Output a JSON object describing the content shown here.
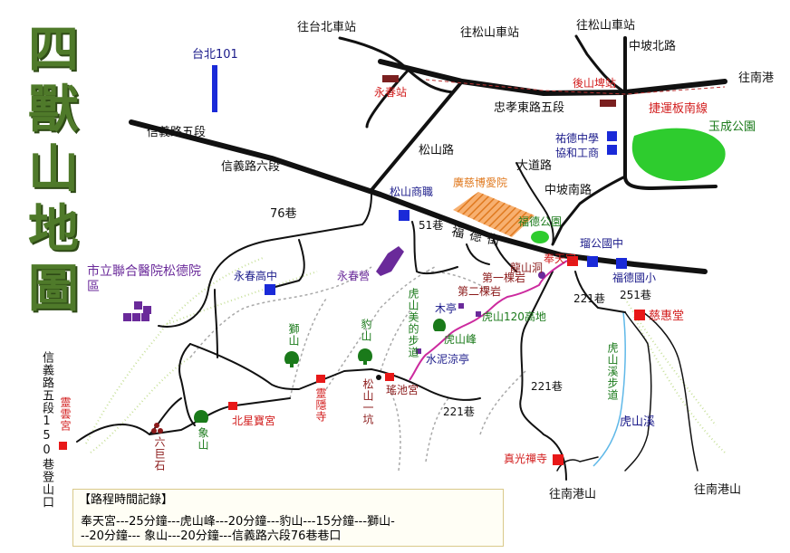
{
  "title": "四獸山地圖",
  "roads_labels": {
    "taipei_station": "往台北車站",
    "songshan_station_1": "往松山車站",
    "songshan_station_2": "往松山車站",
    "zhongpo_n_rd": "中坡北路",
    "nangang_1": "往南港",
    "xinyi_5": "信義路五段",
    "xinyi_6": "信義路六段",
    "zhongxiao_e5": "忠孝東路五段",
    "songshan_rd": "松山路",
    "dadao_rd": "大道路",
    "zhongpo_s_rd": "中坡南路",
    "lane_76": "76巷",
    "lane_51": "51巷",
    "fude_st": "福德街",
    "lane_221_1": "221巷",
    "lane_221_2": "221巷",
    "lane_221_3": "221巷",
    "lane_251": "251巷",
    "nangang_mtn_1": "往南港山",
    "nangang_mtn_2": "往南港山",
    "xinyi_trailhead": "信義路五段150巷登山口"
  },
  "places": {
    "taipei101": "台北101",
    "yongchun_stn": "永春站",
    "houshanpi_stn": "後山埤站",
    "mrt_line": "捷運板南線",
    "yucheng_park": "玉成公園",
    "youde_high": "祐德中學",
    "xiehe_ind": "協和工商",
    "songshan_voc": "松山商職",
    "cifu_hospital": "廣慈博愛院",
    "fude_park": "福德公園",
    "linggong_junior": "瑠公國中",
    "fude_elem": "福德國小",
    "yongchun_high": "永春高中",
    "yongchun_barracks": "永春營",
    "city_hospital": "市立聯合醫院松德院區",
    "fengtian_temple": "奉天宮",
    "longshan_cave": "龍山洞",
    "rock_1": "第一棵岩",
    "rock_2": "第二棵岩",
    "hushan_120": "虎山120高地",
    "wooden_pavilion": "木亭",
    "hushan_peak": "虎山峰",
    "cement_pavilion": "水泥涼亭",
    "huyan_trail": "虎山美的步道",
    "baoshan": "豹山",
    "songshan_1pit": "松山一坑",
    "yaochi_temple": "瑤池宮",
    "shishan": "獅山",
    "lingyin_temple": "靈隱寺",
    "beixing_temple": "北星寶宮",
    "xiangshan": "象山",
    "liuju_rocks": "六巨石",
    "lingyun_temple": "靈雲宮",
    "cihui_hall": "慈惠堂",
    "hushan_stream_trail": "虎山溪步道",
    "hushan_stream": "虎山溪",
    "zhenguang_temple": "真光禪寺"
  },
  "legend": {
    "title": "【路程時間記錄】",
    "line1": "奉天宮---25分鐘---虎山峰---20分鐘---豹山---15分鐘---獅山-",
    "line2": "--20分鐘---  象山---20分鐘---信義路六段76巷巷口"
  },
  "colors": {
    "road": "#111111",
    "trail_dashed": "#a9a9a9",
    "mountain_green": "#c7e09a",
    "park_green": "#2ecc2e",
    "purple_trail": "#cc2a9e",
    "title_green": "#4f7a2a",
    "mrt": "#7a1f1f",
    "taipei101": "#1a2ad8",
    "school": "#1a2ad8",
    "temple": "#e81818",
    "barracks": "#6a2a9a",
    "stream": "#5fb8e8",
    "hospital_hatch": "#f08a30"
  }
}
